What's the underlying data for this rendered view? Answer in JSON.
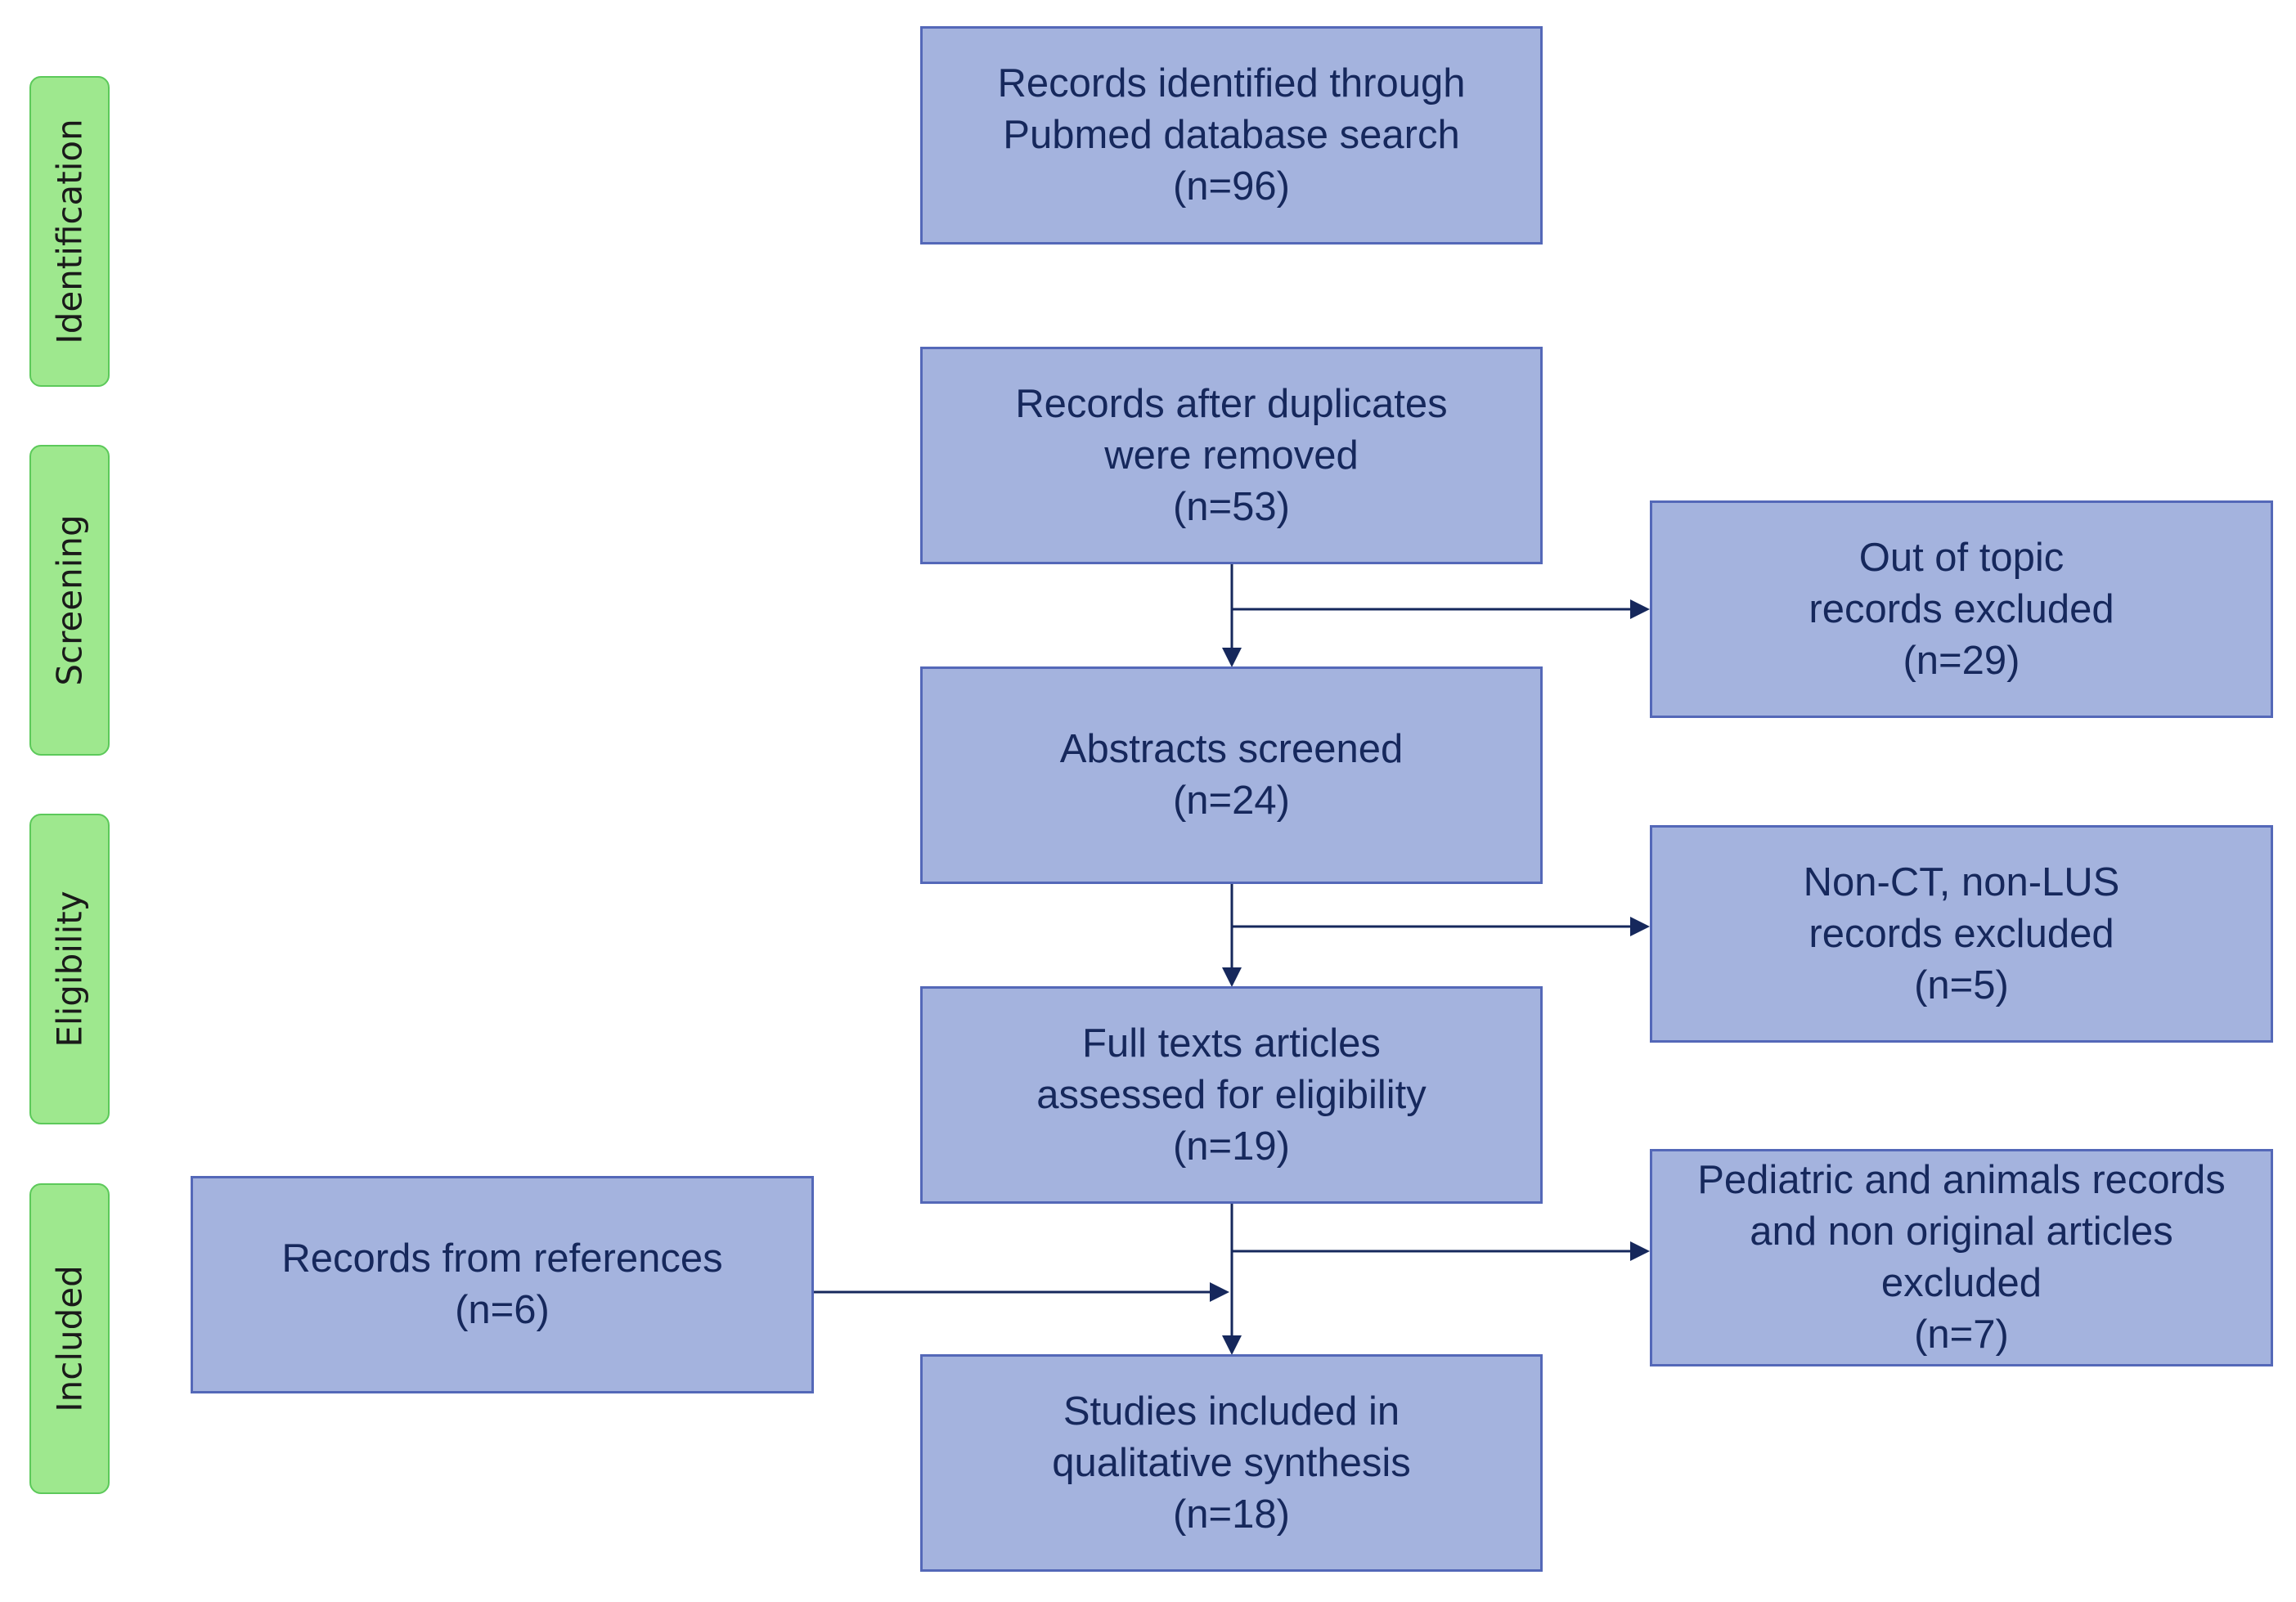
{
  "colors": {
    "box_fill": "#a4b3de",
    "box_border": "#5468b8",
    "box_text": "#16285c",
    "stage_fill": "#9ee88e",
    "stage_border": "#5cc95a",
    "arrow": "#16285c"
  },
  "stages": {
    "identification": "Identification",
    "screening": "Screening",
    "eligibility": "Eligibility",
    "included": "Included"
  },
  "boxes": {
    "identified": "Records identified through\nPubmed database search\n(n=96)",
    "after_duplicates": "Records after duplicates\nwere removed\n(n=53)",
    "abstracts_screened": "Abstracts screened\n(n=24)",
    "full_texts": "Full texts articles\nassessed for eligibility\n(n=19)",
    "included_studies": "Studies included in\nqualitative synthesis\n(n=18)",
    "references": "Records from references\n(n=6)",
    "excluded_out_of_topic": "Out of topic\nrecords excluded\n(n=29)",
    "excluded_non_ct": "Non-CT, non-LUS\nrecords excluded\n(n=5)",
    "excluded_pediatric": "Pediatric and animals records\nand non original articles\nexcluded\n(n=7)"
  }
}
